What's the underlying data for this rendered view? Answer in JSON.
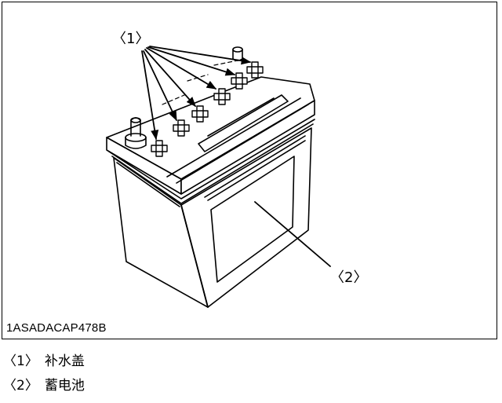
{
  "figure": {
    "code": "1ASADACAP478B",
    "callouts": [
      {
        "label": "〈1〉"
      },
      {
        "label": "〈2〉"
      }
    ]
  },
  "legend": [
    {
      "num": "〈1〉",
      "text": "补水盖"
    },
    {
      "num": "〈2〉",
      "text": "蓄电池"
    }
  ]
}
